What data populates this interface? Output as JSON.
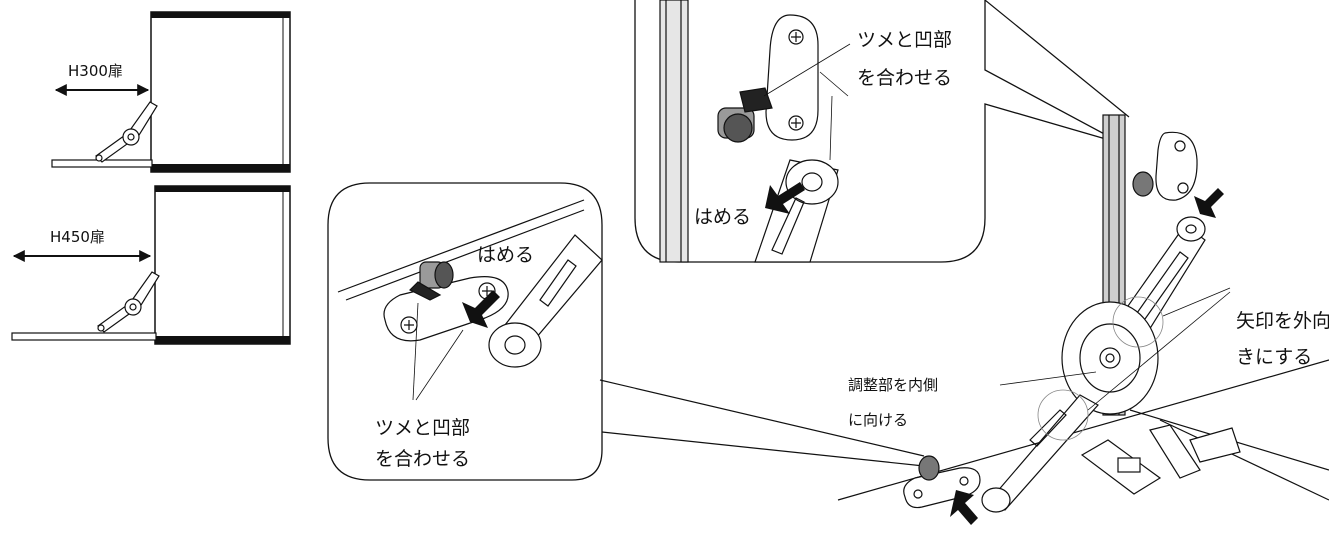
{
  "overview": {
    "h300_label": "H300扉",
    "h450_label": "H450扉"
  },
  "callout_left": {
    "insert_label": "はめる",
    "align_line1": "ツメと凹部",
    "align_line2": "を合わせる"
  },
  "callout_top": {
    "align_line1": "ツメと凹部",
    "align_line2": "を合わせる",
    "insert_label": "はめる"
  },
  "assembly": {
    "arrow_out_line1": "矢印を外向",
    "arrow_out_line2": "きにする",
    "adjust_line1": "調整部を内側",
    "adjust_line2": "に向ける"
  },
  "colors": {
    "line": "#111111",
    "dark_panel": "#111111",
    "light_fill": "#ffffff",
    "shade": "#bdbdbd"
  }
}
